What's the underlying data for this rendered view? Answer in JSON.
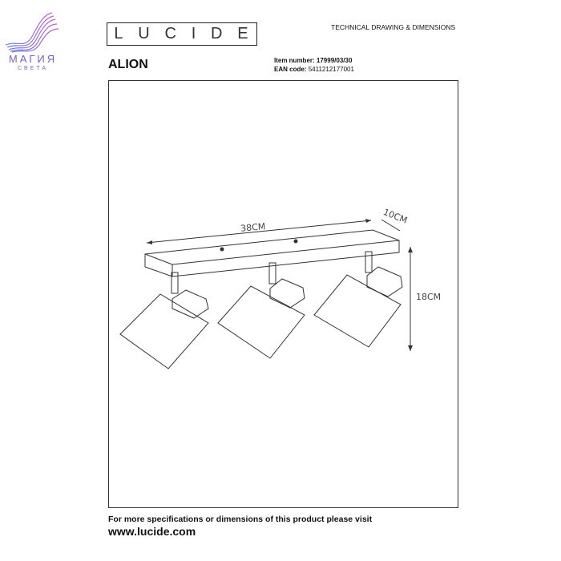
{
  "brand": {
    "logo_text": "МАГИЯ",
    "logo_sub": "СВЕТА"
  },
  "header": {
    "lucide_letters": [
      "L",
      "U",
      "C",
      "I",
      "D",
      "E"
    ],
    "title": "TECHNICAL DRAWING & DIMENSIONS"
  },
  "product": {
    "name": "ALION",
    "item_label": "Item number:",
    "item_number": "17999/03/30",
    "ean_label": "EAN code:",
    "ean": "5411212177001"
  },
  "dimensions": {
    "length": "38CM",
    "width": "10CM",
    "height": "18CM"
  },
  "footer": {
    "note": "For more specifications or dimensions of this product please visit",
    "url": "www.lucide.com"
  }
}
